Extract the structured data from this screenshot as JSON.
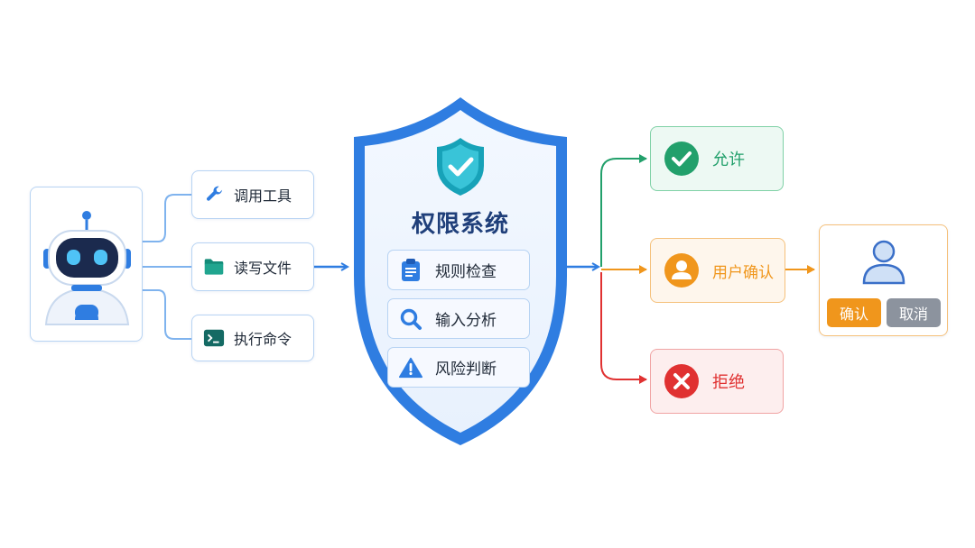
{
  "shield": {
    "title": "权限系统",
    "checks": [
      {
        "label": "规则检查",
        "icon": "clipboard-icon"
      },
      {
        "label": "输入分析",
        "icon": "magnifier-icon"
      },
      {
        "label": "风险判断",
        "icon": "warning-icon"
      }
    ]
  },
  "tools": [
    {
      "label": "调用工具",
      "icon": "wrench-icon"
    },
    {
      "label": "读写文件",
      "icon": "folder-icon"
    },
    {
      "label": "执行命令",
      "icon": "terminal-icon"
    }
  ],
  "outcomes": {
    "allow": {
      "label": "允许",
      "color": "#22a06b"
    },
    "confirm": {
      "label": "用户确认",
      "color": "#f0961c"
    },
    "deny": {
      "label": "拒绝",
      "color": "#e03131"
    }
  },
  "confirm_panel": {
    "confirm_label": "确认",
    "cancel_label": "取消"
  },
  "colors": {
    "primary": "#2f7de1",
    "allow": "#22a06b",
    "confirm": "#f0961c",
    "deny": "#e03131"
  }
}
